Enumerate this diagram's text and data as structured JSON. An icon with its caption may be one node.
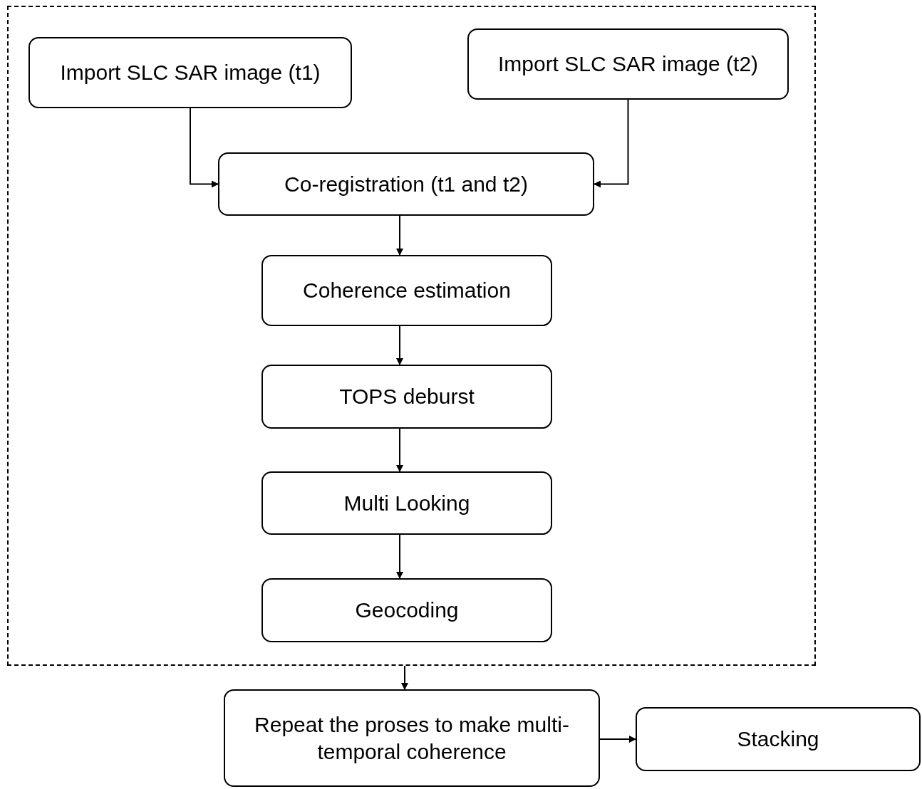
{
  "diagram": {
    "nodes": [
      {
        "text": [],
        "shape": "box"
      },
      {
        "text": [
          "Import SLC SAR image (t1)"
        ],
        "in": 0
      },
      {
        "text": [
          "Import SLC SAR image (t2)"
        ],
        "in": 0
      },
      {
        "text": [
          "Co-registration (t1 and t2)"
        ],
        "in": 0
      },
      {
        "text": [
          "Coherence estimation"
        ],
        "in": 0
      },
      {
        "text": [
          "TOPS deburst"
        ],
        "in": 0
      },
      {
        "text": [
          "Multi Looking"
        ],
        "in": 0
      },
      {
        "text": [
          "Geocoding"
        ],
        "in": 0
      },
      {
        "text": [
          "Repeat the proses to make multi-temporal coherence"
        ]
      },
      {
        "text": [
          "Stacking"
        ]
      }
    ],
    "edges": [
      {
        "from": 1,
        "to": 3,
        "arrow": "to"
      },
      {
        "from": 2,
        "to": 3,
        "arrow": "to"
      },
      {
        "from": 3,
        "to": 4,
        "arrow": "to"
      },
      {
        "from": 4,
        "to": 5,
        "arrow": "to"
      },
      {
        "from": 5,
        "to": 6,
        "arrow": "to"
      },
      {
        "from": 6,
        "to": 7,
        "arrow": "to"
      },
      {
        "from": 0,
        "to": 8,
        "arrow": "to"
      },
      {
        "from": 8,
        "to": 9,
        "arrow": "to"
      }
    ]
  }
}
